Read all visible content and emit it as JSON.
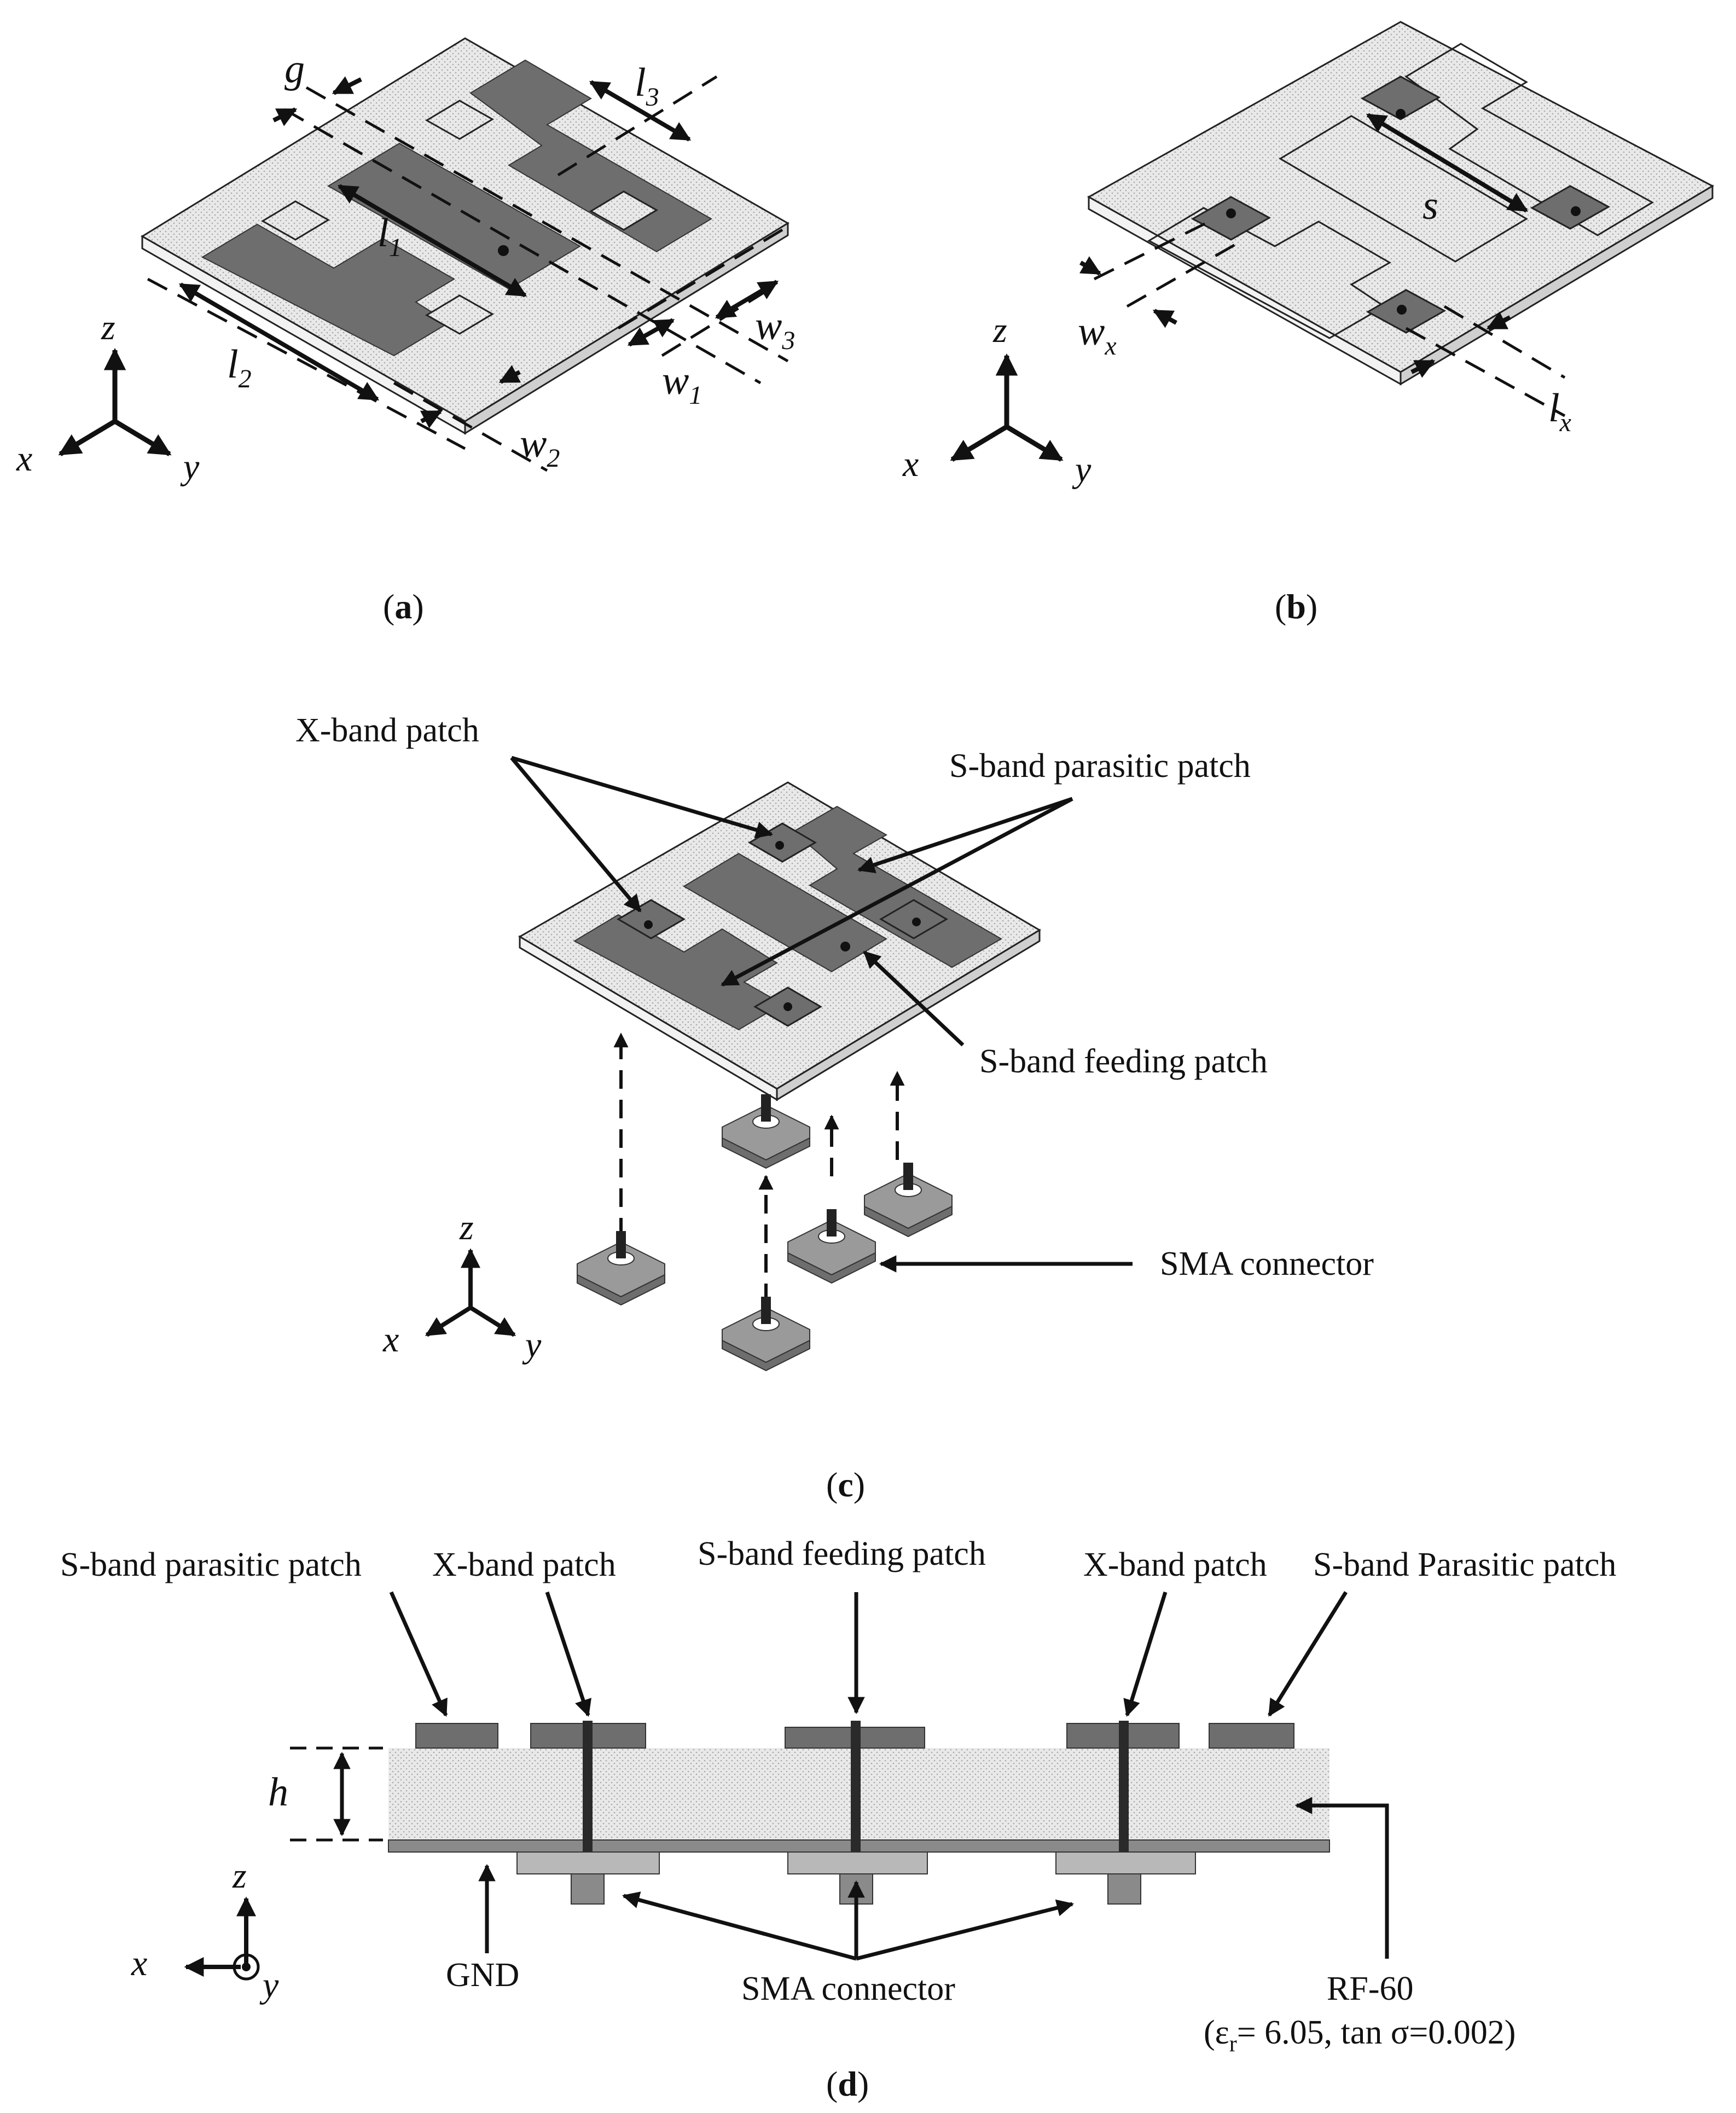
{
  "colors": {
    "patch": "#6e6e6e",
    "substrate": "#e6e6e6",
    "ground": "#8a8a8a",
    "connector": "#9a9a9a",
    "ink": "#111111"
  },
  "panel_a": {
    "caption_letter": "a",
    "sym_g": "g",
    "sym_l": "l",
    "sub_1": "1",
    "sub_2": "2",
    "sub_3": "3",
    "sym_w": "w",
    "axis_x": "x",
    "axis_y": "y",
    "axis_z": "z"
  },
  "panel_b": {
    "caption_letter": "b",
    "sym_s": "s",
    "sym_w": "w",
    "sym_l": "l",
    "sub_x": "x",
    "axis_x": "x",
    "axis_y": "y",
    "axis_z": "z"
  },
  "panel_c": {
    "caption_letter": "c",
    "label_xband": "X-band patch",
    "label_sparasitic": "S-band parasitic patch",
    "label_sfeeding": "S-band feeding patch",
    "label_sma": "SMA connector",
    "axis_x": "x",
    "axis_y": "y",
    "axis_z": "z"
  },
  "panel_d": {
    "caption_letter": "d",
    "label_sparasitic_left": "S-band parasitic patch",
    "label_xband_left": "X-band patch",
    "label_sfeeding": "S-band feeding patch",
    "label_xband_right": "X-band patch",
    "label_sparasitic_right": "S-band Parasitic patch",
    "sym_h": "h",
    "label_gnd": "GND",
    "label_sma": "SMA connector",
    "label_rf60": "RF-60",
    "label_eps_open": "(ε",
    "label_eps_sub": "r",
    "label_eps_rest": "= 6.05, tan σ=0.002)",
    "axis_x": "x",
    "axis_y": "y",
    "axis_z": "z"
  }
}
